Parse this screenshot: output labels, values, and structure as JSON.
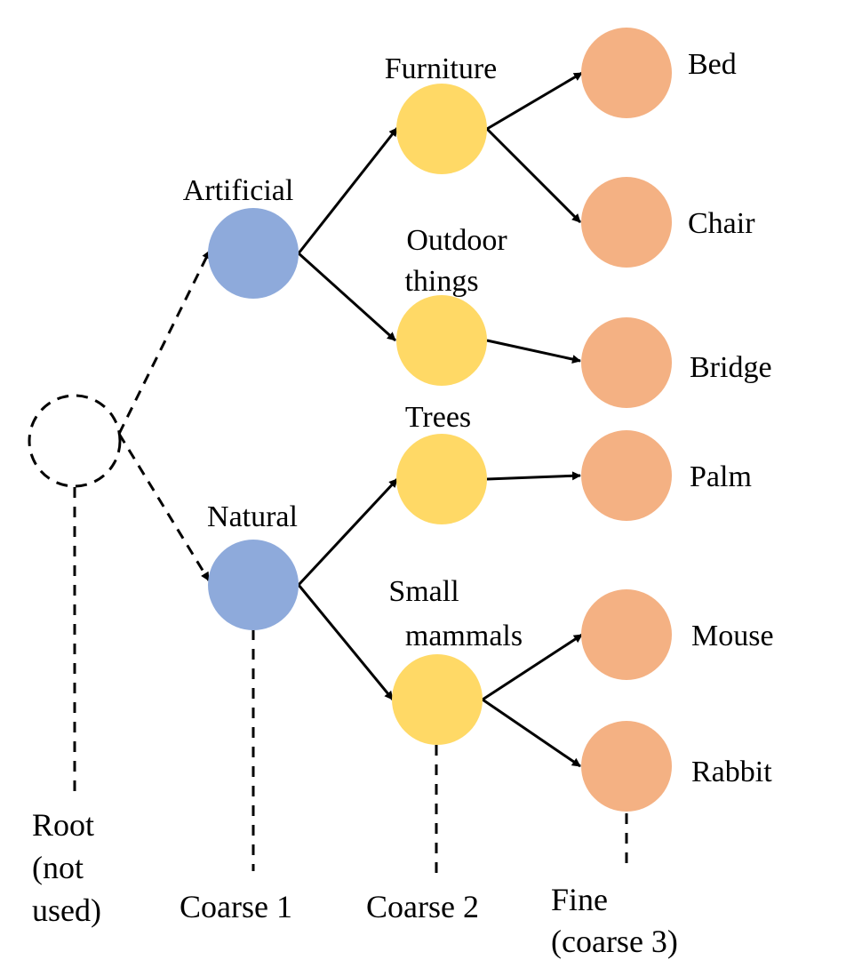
{
  "colors": {
    "coarse1": "#8eaadb",
    "coarse2": "#ffd966",
    "fine": "#f4b183",
    "edge": "#000000"
  },
  "root": {
    "label_line1": "Root",
    "label_line2": "(not",
    "label_line3": "used)"
  },
  "coarse1": [
    {
      "id": "artificial",
      "label": "Artificial"
    },
    {
      "id": "natural",
      "label": "Natural"
    }
  ],
  "coarse2": [
    {
      "id": "furniture",
      "label": "Furniture",
      "parent": "artificial"
    },
    {
      "id": "outdoor",
      "label_line1": "Outdoor",
      "label_line2": "things",
      "parent": "artificial"
    },
    {
      "id": "trees",
      "label": "Trees",
      "parent": "natural"
    },
    {
      "id": "small-mammals",
      "label_line1": "Small",
      "label_line2": "mammals",
      "parent": "natural"
    }
  ],
  "fine": [
    {
      "id": "bed",
      "label": "Bed",
      "parent": "furniture"
    },
    {
      "id": "chair",
      "label": "Chair",
      "parent": "furniture"
    },
    {
      "id": "bridge",
      "label": "Bridge",
      "parent": "outdoor"
    },
    {
      "id": "palm",
      "label": "Palm",
      "parent": "trees"
    },
    {
      "id": "mouse",
      "label": "Mouse",
      "parent": "small-mammals"
    },
    {
      "id": "rabbit",
      "label": "Rabbit",
      "parent": "small-mammals"
    }
  ],
  "levels": {
    "coarse1": "Coarse 1",
    "coarse2": "Coarse 2",
    "fine_line1": "Fine",
    "fine_line2": "(coarse 3)"
  }
}
